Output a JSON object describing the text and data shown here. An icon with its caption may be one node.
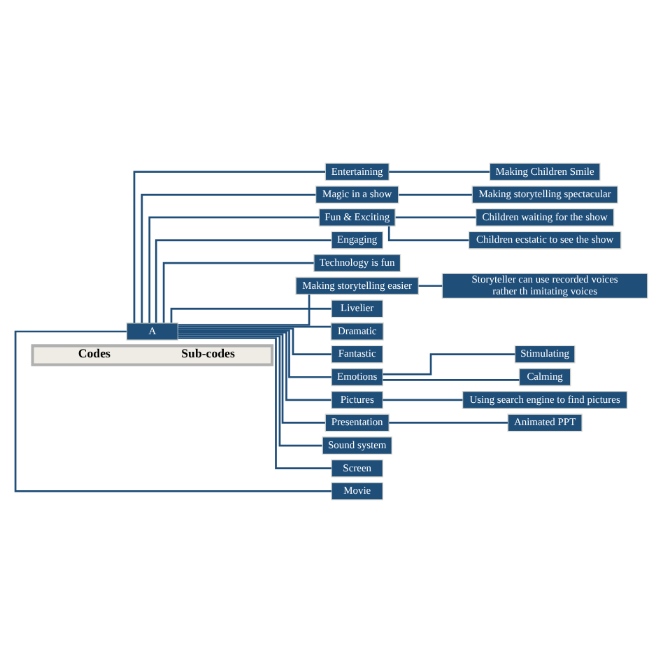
{
  "diagram": {
    "nodes": [
      {
        "text": [
          "Codes",
          "Sub-codes"
        ]
      },
      {
        "text": [
          "A"
        ]
      },
      {
        "text": [
          "Entertaining"
        ]
      },
      {
        "text": [
          "Magic in a show"
        ]
      },
      {
        "text": [
          "Fun & Exciting"
        ]
      },
      {
        "text": [
          "Engaging"
        ]
      },
      {
        "text": [
          "Technology is fun"
        ]
      },
      {
        "text": [
          "Making storytelling easier"
        ]
      },
      {
        "text": [
          "Livelier"
        ]
      },
      {
        "text": [
          "Dramatic"
        ]
      },
      {
        "text": [
          "Fantastic"
        ]
      },
      {
        "text": [
          "Emotions"
        ]
      },
      {
        "text": [
          "Pictures"
        ]
      },
      {
        "text": [
          "Presentation"
        ]
      },
      {
        "text": [
          "Sound system"
        ]
      },
      {
        "text": [
          "Screen"
        ]
      },
      {
        "text": [
          "Movie"
        ]
      },
      {
        "text": [
          "Making Children Smile"
        ]
      },
      {
        "text": [
          "Making storytelling spectacular"
        ]
      },
      {
        "text": [
          "Children waiting for the show"
        ]
      },
      {
        "text": [
          "Children ecstatic to see the show"
        ]
      },
      {
        "text": [
          "Storyteller can use recorded voices rather th imitating voices"
        ]
      },
      {
        "text": [
          "Stimulating"
        ]
      },
      {
        "text": [
          "Calming"
        ]
      },
      {
        "text": [
          "Using search engine to find pictures"
        ]
      },
      {
        "text": [
          "Animated PPT"
        ]
      }
    ],
    "edges": [
      {
        "from": 1,
        "to": 2,
        "arrow": "none"
      },
      {
        "from": 1,
        "to": 3,
        "arrow": "none"
      },
      {
        "from": 1,
        "to": 4,
        "arrow": "none"
      },
      {
        "from": 1,
        "to": 5,
        "arrow": "none"
      },
      {
        "from": 1,
        "to": 6,
        "arrow": "none"
      },
      {
        "from": 1,
        "to": 7,
        "arrow": "none"
      },
      {
        "from": 1,
        "to": 8,
        "arrow": "none"
      },
      {
        "from": 1,
        "to": 9,
        "arrow": "none"
      },
      {
        "from": 1,
        "to": 10,
        "arrow": "none"
      },
      {
        "from": 1,
        "to": 11,
        "arrow": "none"
      },
      {
        "from": 1,
        "to": 12,
        "arrow": "none"
      },
      {
        "from": 1,
        "to": 13,
        "arrow": "none"
      },
      {
        "from": 1,
        "to": 14,
        "arrow": "none"
      },
      {
        "from": 1,
        "to": 15,
        "arrow": "none"
      },
      {
        "from": 1,
        "to": 16,
        "arrow": "none"
      },
      {
        "from": 2,
        "to": 17,
        "arrow": "none"
      },
      {
        "from": 3,
        "to": 18,
        "arrow": "none"
      },
      {
        "from": 4,
        "to": 19,
        "arrow": "none"
      },
      {
        "from": 4,
        "to": 20,
        "arrow": "none"
      },
      {
        "from": 7,
        "to": 21,
        "arrow": "none"
      },
      {
        "from": 11,
        "to": 22,
        "arrow": "none"
      },
      {
        "from": 11,
        "to": 23,
        "arrow": "none"
      },
      {
        "from": 12,
        "to": 24,
        "arrow": "none"
      },
      {
        "from": 13,
        "to": 25,
        "arrow": "none"
      }
    ]
  }
}
